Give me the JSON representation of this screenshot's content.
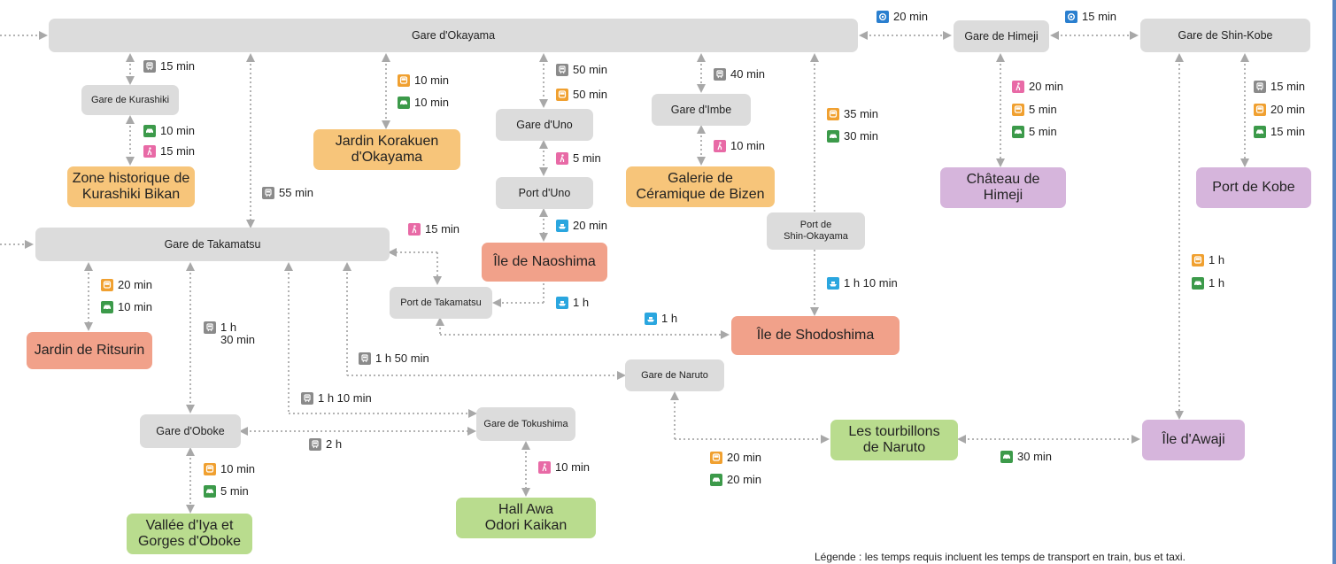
{
  "colors": {
    "train": "#8a8a8a",
    "bus": "#f0a030",
    "taxi": "#3c9a4a",
    "walk": "#e86aa6",
    "ferry": "#2aa6df",
    "plane": "#2a7fcf"
  },
  "nodes": {
    "okayama": "Gare d'Okayama",
    "himeji_st": "Gare de Himeji",
    "shinkobe": "Gare de Shin-Kobe",
    "kurashiki_st": "Gare de Kurashiki",
    "kurashiki_zone": "Zone historique de\nKurashiki Bikan",
    "korakuen": "Jardin Korakuen\nd'Okayama",
    "uno_st": "Gare d'Uno",
    "uno_port": "Port d'Uno",
    "naoshima": "Île de Naoshima",
    "imbe_st": "Gare d'Imbe",
    "bizen": "Galerie de\nCéramique de Bizen",
    "shinokayama_port": "Port de\nShin-Okayama",
    "himeji_castle": "Château de\nHimeji",
    "kobe_port": "Port de Kobe",
    "takamatsu_st": "Gare de Takamatsu",
    "takamatsu_port": "Port de Takamatsu",
    "shodoshima": "Île de Shodoshima",
    "ritsurin": "Jardin de Ritsurin",
    "naruto_st": "Gare de Naruto",
    "oboke_st": "Gare d'Oboke",
    "tokushima_st": "Gare de Tokushima",
    "iya": "Vallée d'Iya et\nGorges d'Oboke",
    "awa": "Hall Awa\nOdori Kaikan",
    "naruto_whirl": "Les tourbillons\nde Naruto",
    "awaji": "Île d'Awaji"
  },
  "times": [
    {
      "id": "t-ok-him",
      "icon": "plane",
      "text": "20 min"
    },
    {
      "id": "t-him-kob",
      "icon": "plane",
      "text": "15 min"
    },
    {
      "id": "t-ok-kur",
      "icon": "train",
      "text": "15 min"
    },
    {
      "id": "t-kur-zone-taxi",
      "icon": "taxi",
      "text": "10 min"
    },
    {
      "id": "t-kur-zone-walk",
      "icon": "walk",
      "text": "15 min"
    },
    {
      "id": "t-ok-kor-bus",
      "icon": "bus",
      "text": "10 min"
    },
    {
      "id": "t-ok-kor-taxi",
      "icon": "taxi",
      "text": "10 min"
    },
    {
      "id": "t-ok-uno-train",
      "icon": "train",
      "text": "50 min"
    },
    {
      "id": "t-ok-uno-bus",
      "icon": "bus",
      "text": "50 min"
    },
    {
      "id": "t-uno-port",
      "icon": "walk",
      "text": "5 min"
    },
    {
      "id": "t-uno-nao",
      "icon": "ferry",
      "text": "20 min"
    },
    {
      "id": "t-ok-imbe",
      "icon": "train",
      "text": "40 min"
    },
    {
      "id": "t-imbe-biz",
      "icon": "walk",
      "text": "10 min"
    },
    {
      "id": "t-ok-shinok-bus",
      "icon": "bus",
      "text": "35 min"
    },
    {
      "id": "t-ok-shinok-taxi",
      "icon": "taxi",
      "text": "30 min"
    },
    {
      "id": "t-him-cas-walk",
      "icon": "walk",
      "text": "20 min"
    },
    {
      "id": "t-him-cas-bus",
      "icon": "bus",
      "text": "5 min"
    },
    {
      "id": "t-him-cas-taxi",
      "icon": "taxi",
      "text": "5 min"
    },
    {
      "id": "t-kob-port-train",
      "icon": "train",
      "text": "15 min"
    },
    {
      "id": "t-kob-port-bus",
      "icon": "bus",
      "text": "20 min"
    },
    {
      "id": "t-kob-port-taxi",
      "icon": "taxi",
      "text": "15 min"
    },
    {
      "id": "t-ok-tak",
      "icon": "train",
      "text": "55 min"
    },
    {
      "id": "t-tak-port",
      "icon": "walk",
      "text": "15 min"
    },
    {
      "id": "t-nao-takport",
      "icon": "ferry",
      "text": "1 h"
    },
    {
      "id": "t-shinok-sho",
      "icon": "ferry",
      "text": "1 h 10 min"
    },
    {
      "id": "t-sho-takport",
      "icon": "ferry",
      "text": "1 h"
    },
    {
      "id": "t-tak-rit-bus",
      "icon": "bus",
      "text": "20 min"
    },
    {
      "id": "t-tak-rit-taxi",
      "icon": "taxi",
      "text": "10 min"
    },
    {
      "id": "t-tak-obo",
      "icon": "train",
      "text": "1 h\n30 min"
    },
    {
      "id": "t-tak-nar",
      "icon": "train",
      "text": "1 h 50 min"
    },
    {
      "id": "t-tak-tok",
      "icon": "train",
      "text": "1 h 10 min"
    },
    {
      "id": "t-obo-tok",
      "icon": "train",
      "text": "2 h"
    },
    {
      "id": "t-obo-iya-bus",
      "icon": "bus",
      "text": "10 min"
    },
    {
      "id": "t-obo-iya-taxi",
      "icon": "taxi",
      "text": "5 min"
    },
    {
      "id": "t-tok-awa",
      "icon": "walk",
      "text": "10 min"
    },
    {
      "id": "t-nar-whirl-bus",
      "icon": "bus",
      "text": "20 min"
    },
    {
      "id": "t-nar-whirl-taxi",
      "icon": "taxi",
      "text": "20 min"
    },
    {
      "id": "t-kob-awaji-bus",
      "icon": "bus",
      "text": "1 h"
    },
    {
      "id": "t-kob-awaji-taxi",
      "icon": "taxi",
      "text": "1 h"
    },
    {
      "id": "t-whirl-awaji",
      "icon": "taxi",
      "text": "30 min"
    }
  ],
  "legend": "Légende : les temps requis incluent les temps de transport en train, bus et taxi."
}
